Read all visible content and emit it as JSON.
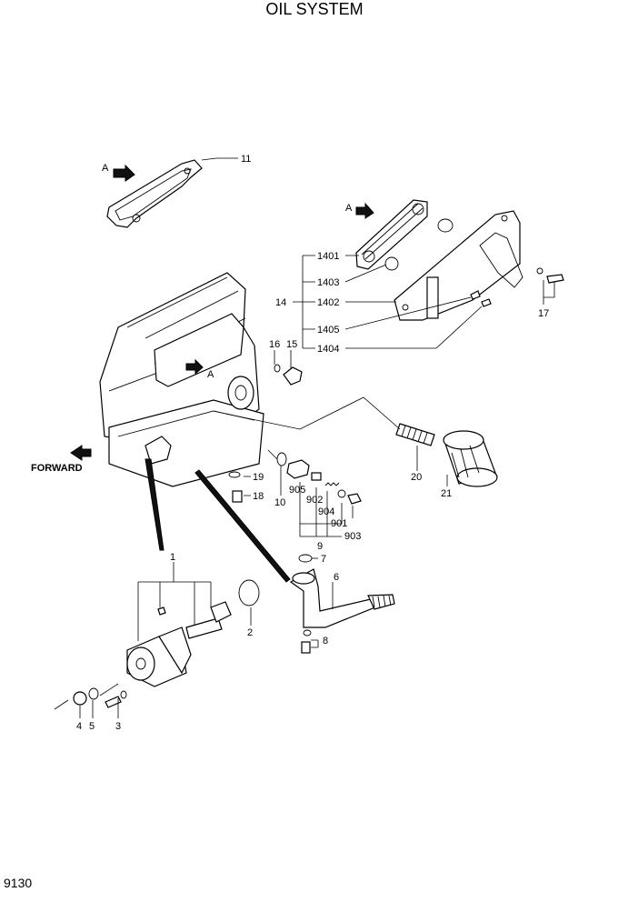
{
  "title": "OIL SYSTEM",
  "page_number": "9130",
  "direction_label": "FORWARD",
  "view_marker": "A",
  "callouts": [
    "11",
    "1401",
    "1403",
    "14",
    "1402",
    "1405",
    "1404",
    "17",
    "16",
    "15",
    "19",
    "18",
    "905",
    "10",
    "902",
    "904",
    "901",
    "903",
    "9",
    "20",
    "21",
    "7",
    "6",
    "1",
    "2",
    "8",
    "4",
    "5",
    "3"
  ]
}
